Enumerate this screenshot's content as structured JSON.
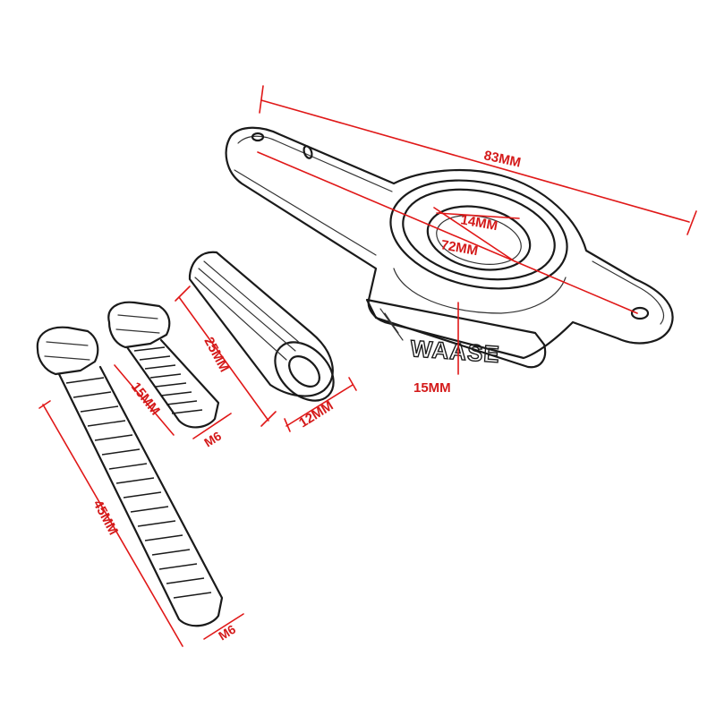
{
  "dimensions": {
    "plate_total_length": "83MM",
    "hole_spacing": "72MM",
    "boss_diameter": "14MM",
    "plate_thickness": "15MM",
    "spacer_length": "25MM",
    "spacer_diameter": "12MM",
    "short_bolt_length": "15MM",
    "short_bolt_thread": "M6",
    "long_bolt_length": "45MM",
    "long_bolt_thread": "M6"
  },
  "brand": {
    "name": "WAASE"
  },
  "colors": {
    "outline": "#1a1a1a",
    "dimension": "#e01818",
    "background": "#ffffff"
  }
}
